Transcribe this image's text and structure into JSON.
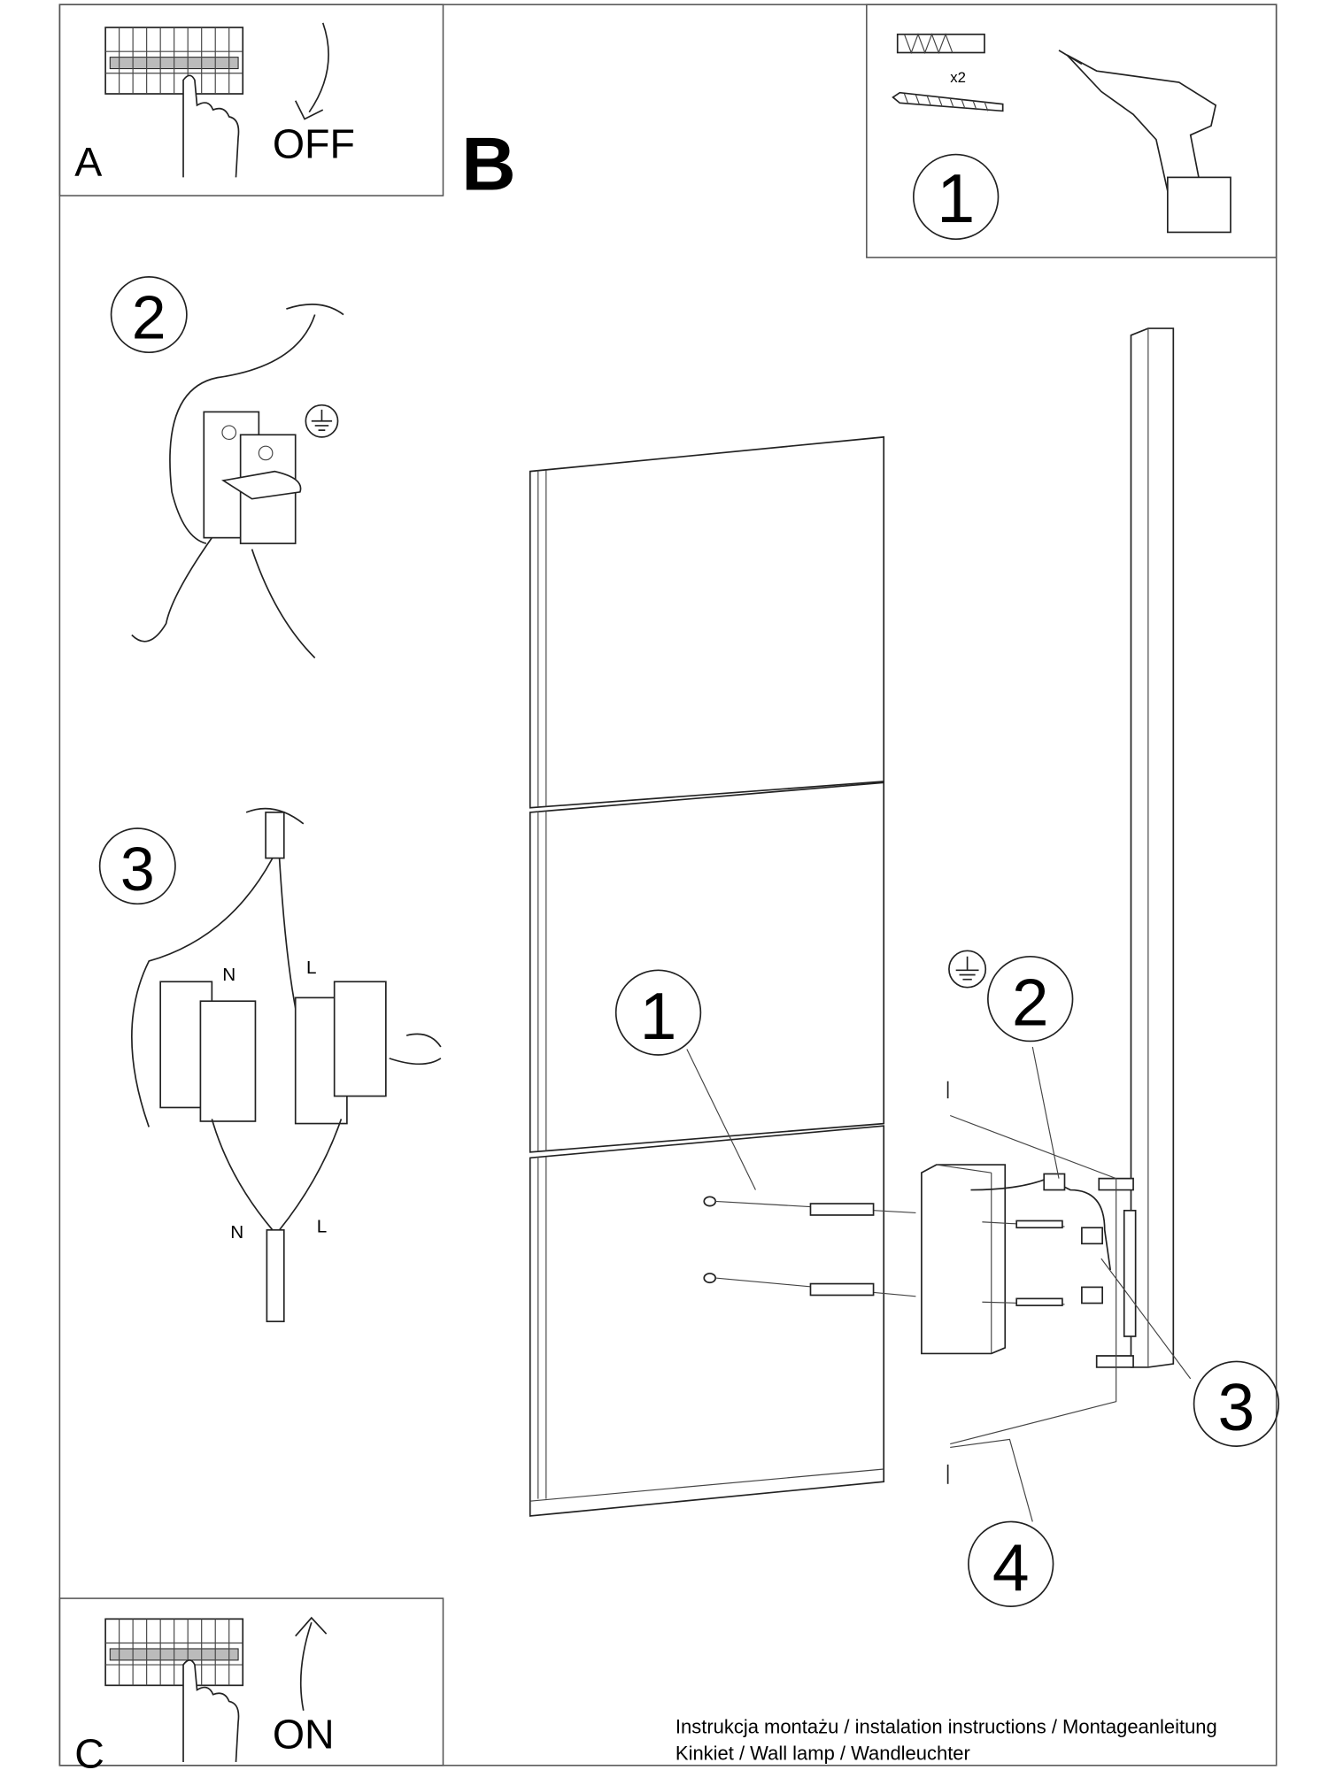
{
  "panel_a": {
    "letter": "A",
    "label": "OFF"
  },
  "section_b": {
    "letter": "B"
  },
  "tools_box": {
    "quantity": "x2",
    "step": "1"
  },
  "wiring": {
    "step2": "2",
    "step3": "3",
    "labels": {
      "n_top": "N",
      "l_top": "L",
      "n_bottom": "N",
      "l_bottom": "L"
    }
  },
  "mounting": {
    "callouts": [
      "1",
      "2",
      "3",
      "4"
    ]
  },
  "panel_c": {
    "letter": "C",
    "label": "ON"
  },
  "footer": {
    "line1": "Instrukcja montażu / instalation instructions / Montageanleitung",
    "line2": "Kinkiet / Wall lamp / Wandleuchter"
  }
}
